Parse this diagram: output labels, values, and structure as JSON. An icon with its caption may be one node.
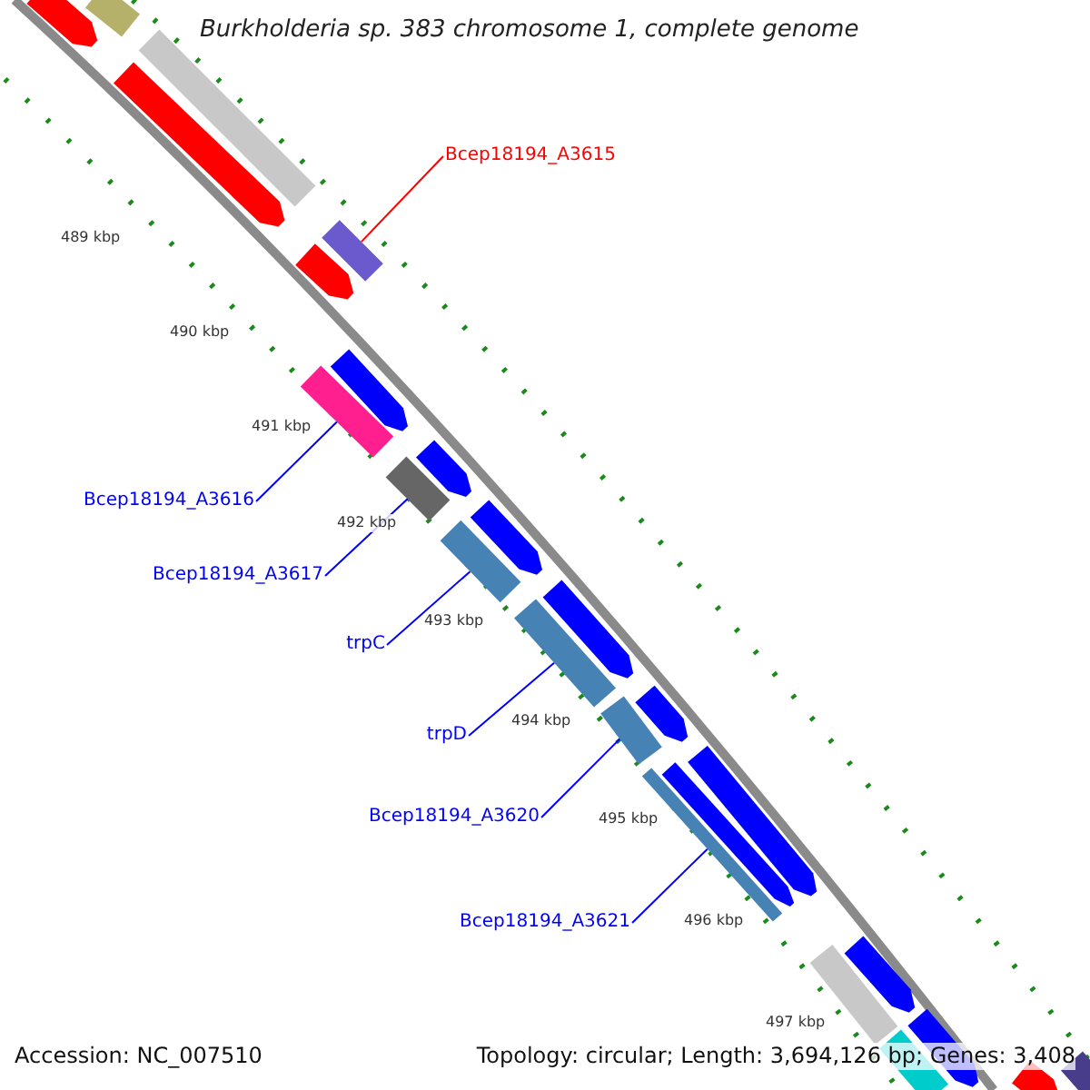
{
  "diagram": {
    "title": "Burkholderia sp. 383 chromosome 1, complete genome",
    "nodes": [
      {
        "text": [
          "Bcep18194_A3615"
        ]
      },
      {
        "text": [
          "Bcep18194_A3616"
        ]
      },
      {
        "text": [
          "Bcep18194_A3617"
        ]
      },
      {
        "text": [
          "trpC"
        ]
      },
      {
        "text": [
          "trpD"
        ]
      },
      {
        "text": [
          "Bcep18194_A3620"
        ]
      },
      {
        "text": [
          "Bcep18194_A3621"
        ]
      },
      {
        "text": [],
        "shape": "bar"
      },
      {
        "text": [],
        "shape": "bar"
      },
      {
        "text": [],
        "shape": "bar"
      },
      {
        "text": [],
        "shape": "bar"
      },
      {
        "text": [],
        "shape": "bar"
      },
      {
        "text": [],
        "shape": "bar"
      },
      {
        "text": [],
        "shape": "bar"
      },
      {
        "text": [],
        "shape": "bar"
      },
      {
        "text": [],
        "shape": "arrow"
      },
      {
        "text": [],
        "shape": "bar"
      },
      {
        "text": [],
        "shape": "arrow"
      },
      {
        "text": [],
        "shape": "arrow"
      },
      {
        "text": [],
        "shape": "arrow"
      },
      {
        "text": [],
        "shape": "arrow"
      },
      {
        "text": [],
        "shape": "arrow"
      },
      {
        "text": [],
        "shape": "arrow"
      },
      {
        "text": [],
        "shape": "arrow"
      },
      {
        "text": [],
        "shape": "arrow"
      },
      {
        "text": [],
        "shape": "arrow"
      },
      {
        "text": [],
        "shape": "bar"
      },
      {
        "text": [],
        "shape": "arrow"
      },
      {
        "text": [],
        "shape": "arrow"
      },
      {
        "text": [],
        "shape": "bar"
      },
      {
        "text": [],
        "shape": "arrow"
      },
      {
        "text": [],
        "shape": "bar"
      }
    ],
    "edges": [
      {
        "from": 0,
        "to": 7,
        "arrow": "none",
        "color": "#ff0000"
      },
      {
        "from": 1,
        "to": 8,
        "arrow": "none"
      },
      {
        "from": 2,
        "to": 9,
        "arrow": "none"
      },
      {
        "from": 3,
        "to": 10,
        "arrow": "none"
      },
      {
        "from": 4,
        "to": 11,
        "arrow": "none"
      },
      {
        "from": 5,
        "to": 12,
        "arrow": "none"
      },
      {
        "from": 6,
        "to": 13,
        "arrow": "none"
      }
    ],
    "labels": [
      "489 kbp",
      "490 kbp",
      "491 kbp",
      "492 kbp",
      "493 kbp",
      "494 kbp",
      "495 kbp",
      "496 kbp",
      "497 kbp",
      "Accession: NC_007510",
      "Topology: circular; Length: 3,694,126 bp; Genes: 3,408"
    ]
  }
}
